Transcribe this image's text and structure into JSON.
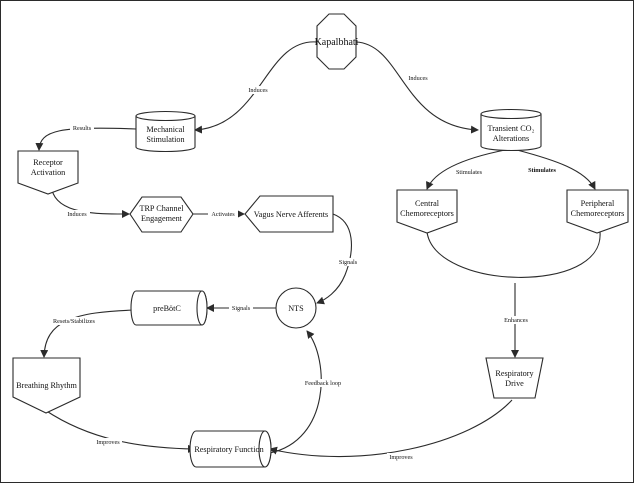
{
  "nodes": {
    "kapalbhati": "Kapalbhati",
    "mechanical_stimulation": [
      "Mechanical",
      "Stimulation"
    ],
    "transient_co2": [
      "Transient CO₂",
      "Alterations"
    ],
    "receptor_activation": [
      "Receptor",
      "Activation"
    ],
    "trp_channel": [
      "TRP Channel",
      "Engagement"
    ],
    "vagus_nerve": "Vagus Nerve Afferents",
    "central_chemoreceptors": [
      "Central",
      "Chemoreceptors"
    ],
    "peripheral_chemoreceptors": [
      "Peripheral",
      "Chemoreceptors"
    ],
    "nts": "NTS",
    "prebotc": "preBötC",
    "breathing_rhythm": "Breathing Rhythm",
    "respiratory_drive": [
      "Respiratory",
      "Drive"
    ],
    "respiratory_function": "Respiratory Function"
  },
  "edges": {
    "induces_left": "Induces",
    "induces_right": "Induces",
    "results": "Results",
    "induces_trp": "Induces",
    "activates": "Activates",
    "signals_vagus": "Signals",
    "stimulates_central": "Stimulates",
    "stimulates_peripheral": "Stimulates",
    "enhances": "Enhances",
    "signals_prebotc": "Signals",
    "resets_stabilizes": "Resets/Stabilizes",
    "feedback_loop": "Feedback loop",
    "improves_left": "Improves",
    "improves_right": "Improves"
  }
}
